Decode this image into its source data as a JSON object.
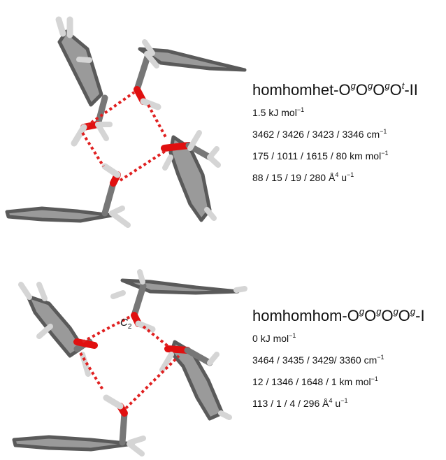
{
  "conformers": [
    {
      "title_base": "homhomhet-O",
      "title_suffix": "-II",
      "oxygen_labels": [
        "g",
        "g",
        "g",
        "t"
      ],
      "energy": {
        "value": "1.5",
        "unit_base": "kJ mol",
        "unit_exp": "−1"
      },
      "wavenumbers": {
        "text": "3462 / 3426 / 3423 / 3346",
        "unit_base": "cm",
        "unit_exp": "−1"
      },
      "intensities": {
        "text": "175 / 1011 / 1615 / 80",
        "unit_base": "km mol",
        "unit_exp": "−1"
      },
      "raman": {
        "text": "88 / 15 / 19 / 280",
        "unit_a": "Å",
        "unit_a_exp": "4",
        "unit_b": "u",
        "unit_b_exp": "−1"
      }
    },
    {
      "title_base": "homhomhom-O",
      "title_suffix": "-I",
      "oxygen_labels": [
        "g",
        "g",
        "g",
        "g"
      ],
      "energy": {
        "value": "0",
        "unit_base": "kJ mol",
        "unit_exp": "−1"
      },
      "wavenumbers": {
        "text": "3464 / 3435 / 3429/ 3360",
        "unit_base": "cm",
        "unit_exp": "−1"
      },
      "intensities": {
        "text": "12 / 1346 / 1648 / 1",
        "unit_base": "km mol",
        "unit_exp": "−1"
      },
      "raman": {
        "text": "113 / 1 / 4 / 296",
        "unit_a": "Å",
        "unit_a_exp": "4",
        "unit_b": "u",
        "unit_b_exp": "−1"
      },
      "symmetry": {
        "letter": "C",
        "sub": "2"
      }
    }
  ],
  "colors": {
    "carbon": "#7a7a7a",
    "oxygen": "#e01010",
    "hydrogen": "#e6e6e6",
    "hbond": "#e02020"
  }
}
